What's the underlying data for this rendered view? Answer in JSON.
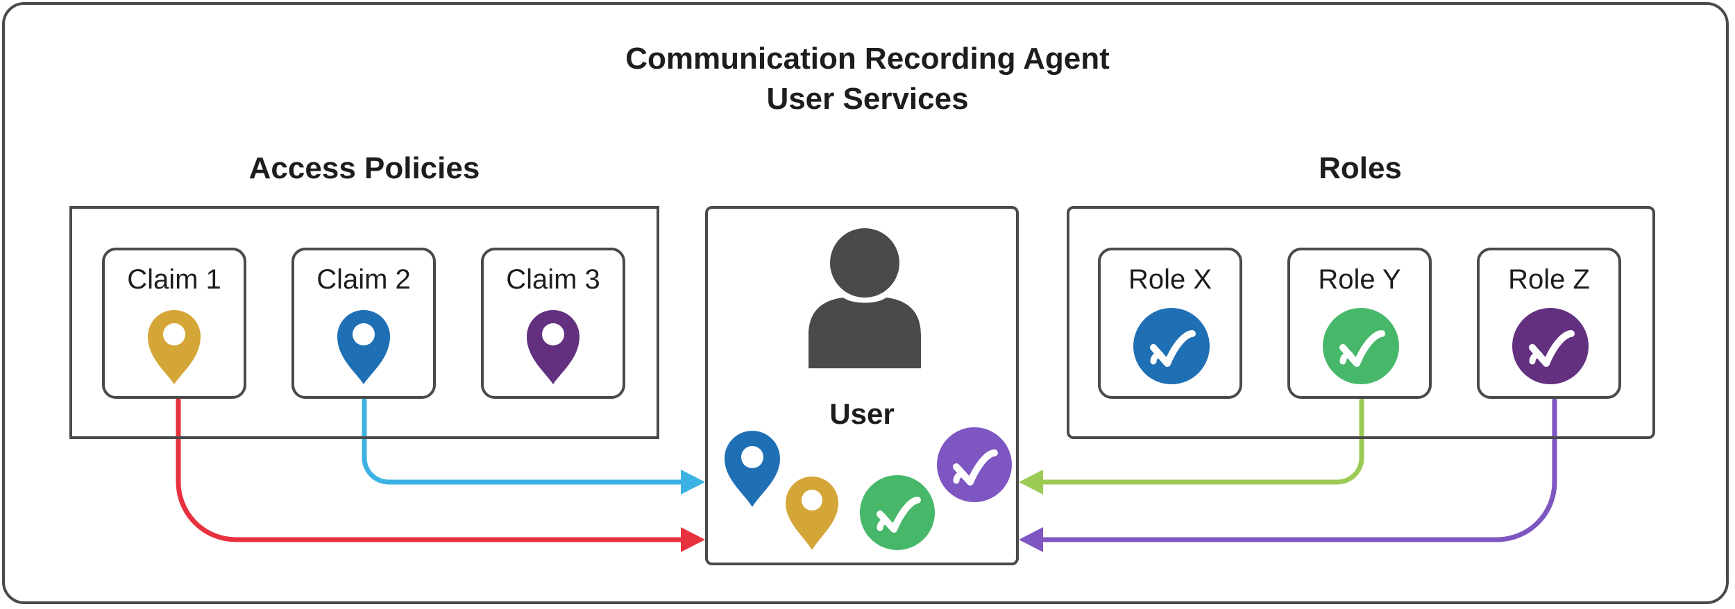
{
  "title": {
    "line1": "Communication Recording Agent",
    "line2": "User Services"
  },
  "access_policies": {
    "heading": "Access Policies",
    "claims": [
      {
        "label": "Claim 1",
        "icon": "location-pin-icon",
        "color": "#D4A637"
      },
      {
        "label": "Claim 2",
        "icon": "location-pin-icon",
        "color": "#1F6FB5"
      },
      {
        "label": "Claim 3",
        "icon": "location-pin-icon",
        "color": "#62307F"
      }
    ]
  },
  "roles": {
    "heading": "Roles",
    "items": [
      {
        "label": "Role X",
        "icon": "check-circle-icon",
        "color": "#1F6FB5"
      },
      {
        "label": "Role Y",
        "icon": "check-circle-icon",
        "color": "#47B86A"
      },
      {
        "label": "Role Z",
        "icon": "check-circle-icon",
        "color": "#62307F"
      }
    ]
  },
  "user": {
    "label": "User",
    "icon": "person-icon",
    "person_color": "#4A4A4A"
  },
  "connector_colors": {
    "claim1": "#E8313E",
    "claim2": "#3BB2E3",
    "roleY": "#9CCB55",
    "roleZ": "#7E56C2"
  }
}
